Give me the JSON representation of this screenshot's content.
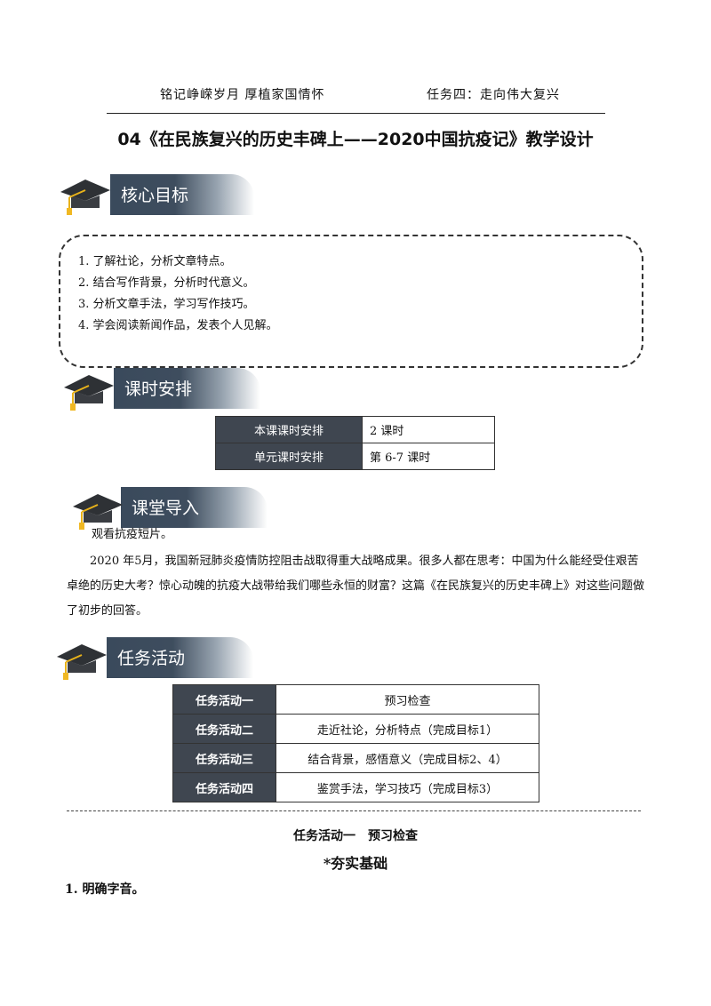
{
  "header": {
    "left": "铭记峥嵘岁月 厚植家国情怀",
    "right": "任务四：走向伟大复兴"
  },
  "title": "04《在民族复兴的历史丰碑上——2020中国抗疫记》教学设计",
  "sections": {
    "goals": "核心目标",
    "schedule": "课时安排",
    "intro": "课堂导入",
    "tasks": "任务活动"
  },
  "goals": [
    "1. 了解社论，分析文章特点。",
    "2. 结合写作背景，分析时代意义。",
    "3. 分析文章手法，学习写作技巧。",
    "4. 学会阅读新闻作品，发表个人见解。"
  ],
  "schedule_table": [
    {
      "key": "本课课时安排",
      "value": "2 课时"
    },
    {
      "key": "单元课时安排",
      "value": "第 6-7 课时"
    }
  ],
  "intro": {
    "line1": "观看抗疫短片。",
    "para": "2020 年5月，我国新冠肺炎疫情防控阻击战取得重大战略成果。很多人都在思考：中国为什么能经受住艰苦卓绝的历史大考？惊心动魄的抗疫大战带给我们哪些永恒的财富？这篇《在民族复兴的历史丰碑上》对这些问题做了初步的回答。"
  },
  "task_table": [
    {
      "key": "任务活动一",
      "value": "预习检查"
    },
    {
      "key": "任务活动二",
      "value": "走近社论，分析特点（完成目标1）"
    },
    {
      "key": "任务活动三",
      "value": "结合背景，感悟意义（完成目标2、4）"
    },
    {
      "key": "任务活动四",
      "value": "鉴赏手法，学习技巧（完成目标3）"
    }
  ],
  "activity1": {
    "heading": "任务活动一　预习检查",
    "subheading": "*夯实基础",
    "item1": "1. 明确字音。"
  },
  "icons": {
    "section_icon": "graduation-cap-icon"
  },
  "colors": {
    "section_bar": "#3a4a5c",
    "table_key_bg": "#3f4650"
  }
}
